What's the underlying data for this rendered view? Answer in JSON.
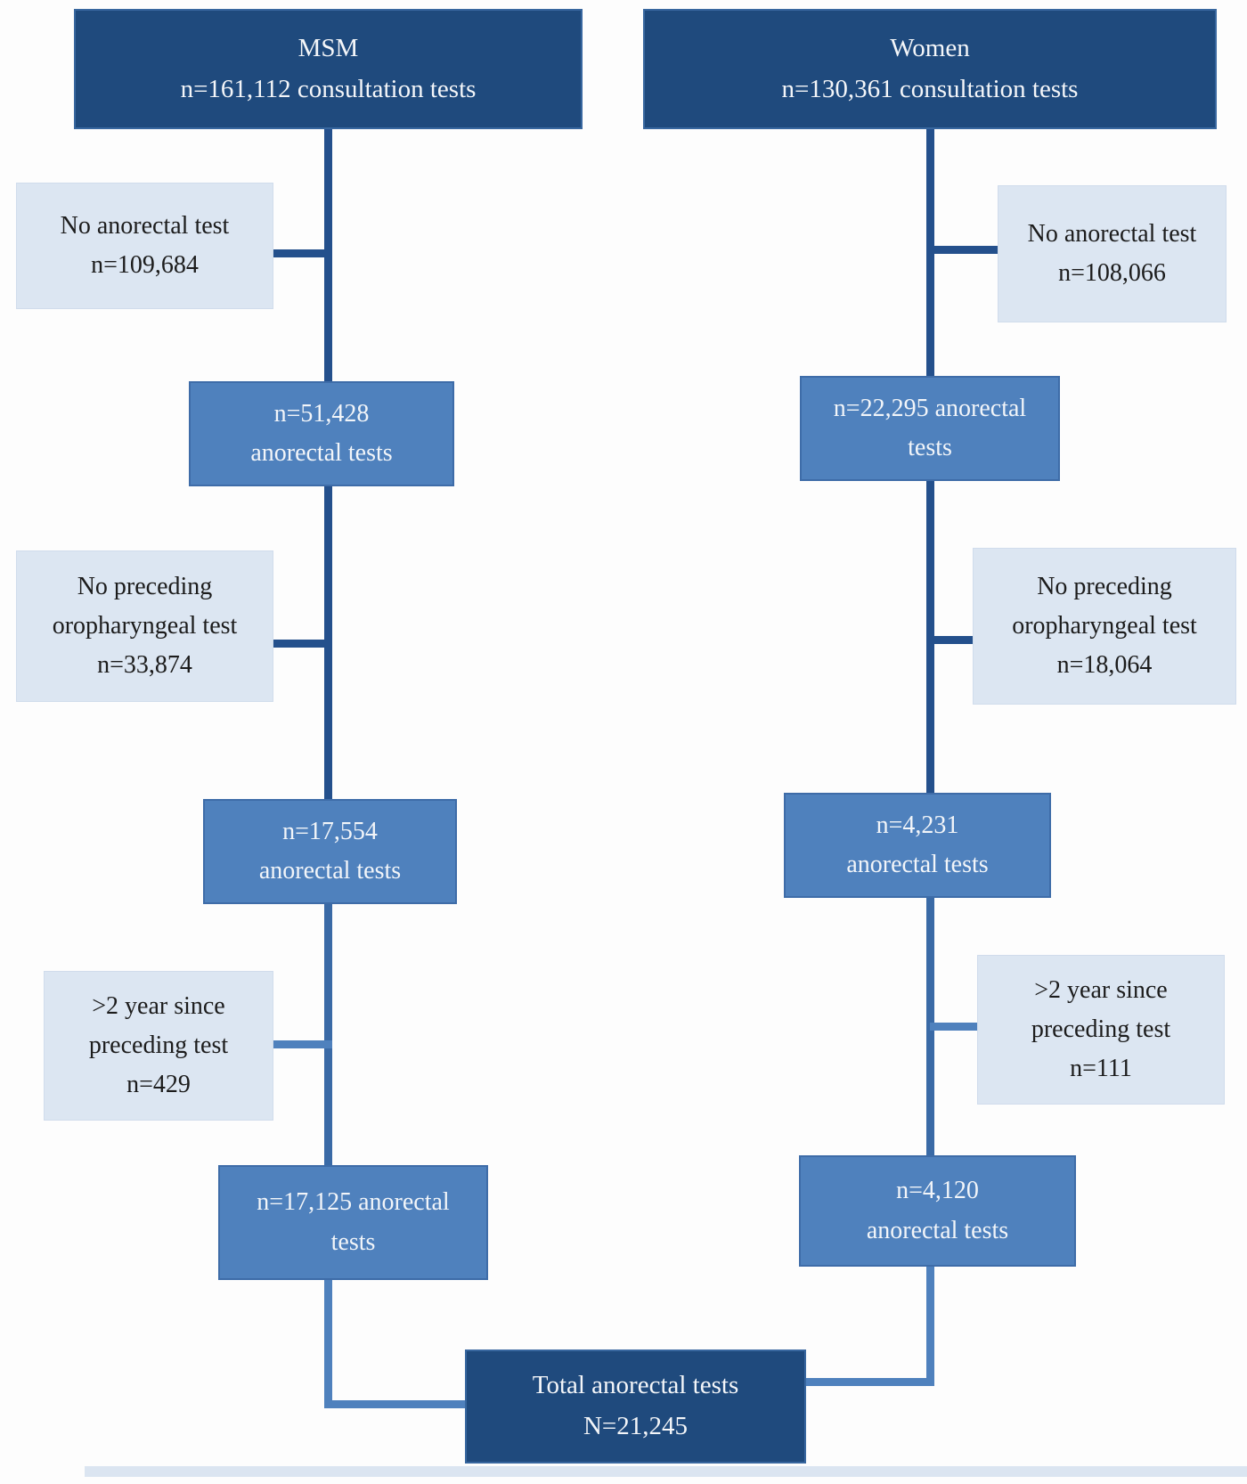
{
  "figure": {
    "type": "flowchart",
    "description": "Selection flow of anorectal tests among MSM and Women consultation tests"
  },
  "msm": {
    "header": {
      "line1": "MSM",
      "line2": "n=161,112 consultation tests"
    },
    "exclusion1": {
      "line1": "No anorectal test",
      "line2": "n=109,684"
    },
    "count1": {
      "line1": "n=51,428",
      "line2": "anorectal tests"
    },
    "exclusion2": {
      "line1": "No preceding",
      "line2": "oropharyngeal test",
      "line3": "n=33,874"
    },
    "count2": {
      "line1": "n=17,554",
      "line2": "anorectal tests"
    },
    "exclusion3": {
      "line1": ">2 year since",
      "line2": "preceding test",
      "line3": "n=429"
    },
    "count3": {
      "line1": "n=17,125 anorectal",
      "line2": "tests"
    }
  },
  "women": {
    "header": {
      "line1": "Women",
      "line2": "n=130,361 consultation tests"
    },
    "exclusion1": {
      "line1": "No anorectal test",
      "line2": "n=108,066"
    },
    "count1": {
      "line1": "n=22,295 anorectal",
      "line2": "tests"
    },
    "exclusion2": {
      "line1": "No preceding",
      "line2": "oropharyngeal test",
      "line3": "n=18,064"
    },
    "count2": {
      "line1": "n=4,231",
      "line2": "anorectal tests"
    },
    "exclusion3": {
      "line1": ">2 year since",
      "line2": "preceding test",
      "line3": "n=111"
    },
    "count3": {
      "line1": "n=4,120",
      "line2": "anorectal tests"
    }
  },
  "total": {
    "line1": "Total anorectal tests",
    "line2": "N=21,245"
  },
  "palette": {
    "dark_box_fill": "#1f4a7d",
    "dark_box_border": "#38679f",
    "mid_box_fill": "#4f81bd",
    "mid_box_border": "#3e6ca8",
    "light_box_fill": "#dce6f2",
    "connector_dark": "#24508c",
    "connector_mid": "#4f81bd",
    "bottom_bar": "#dbe5f1",
    "text_on_dark": "#f4f6f9",
    "text_on_light": "#1c1c1c"
  }
}
